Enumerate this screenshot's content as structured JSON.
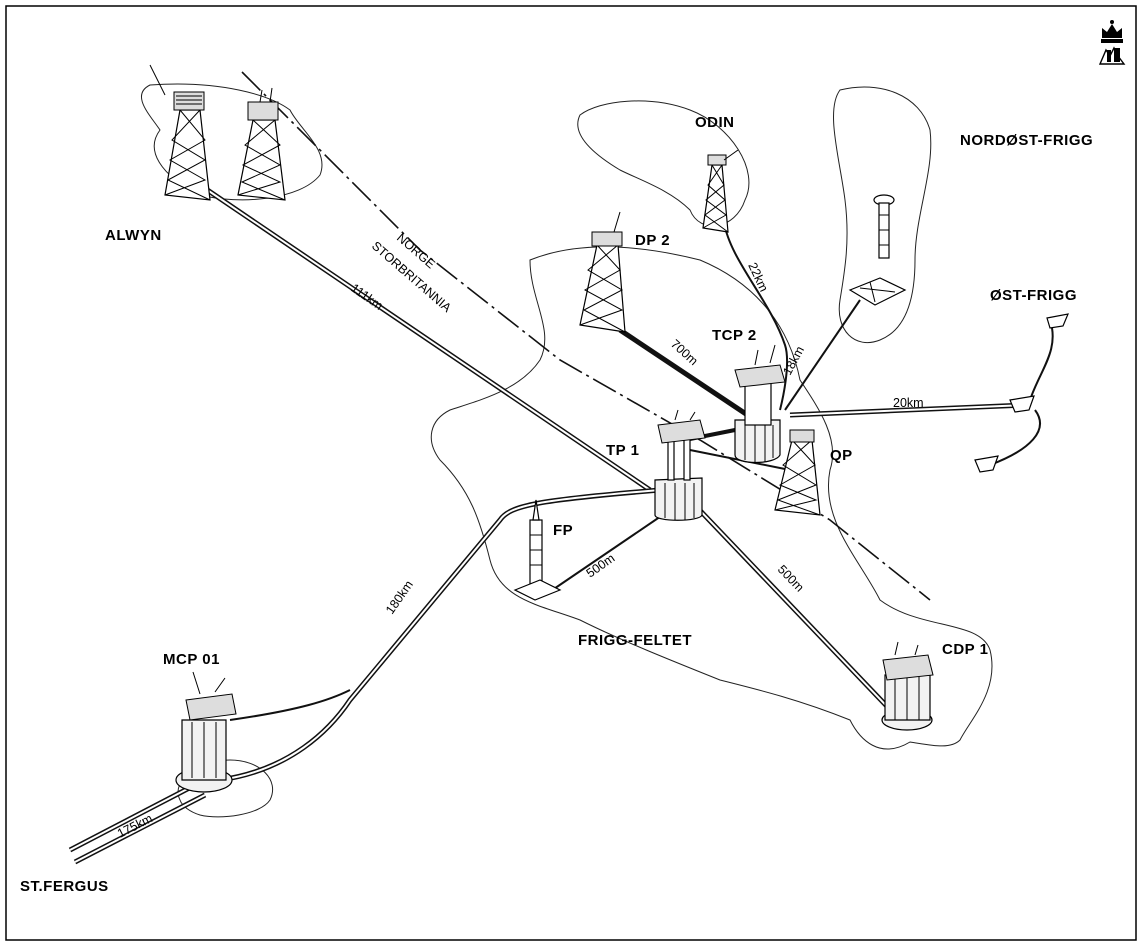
{
  "diagram": {
    "labels": {
      "alwyn": "ALWYN",
      "odin": "ODIN",
      "nordost_frigg": "NORDØST-FRIGG",
      "dp2": "DP 2",
      "tcp2": "TCP 2",
      "ost_frigg": "ØST-FRIGG",
      "tp1": "TP 1",
      "qp": "QP",
      "fp": "FP",
      "frigg_feltet": "FRIGG-FELTET",
      "mcp01": "MCP 01",
      "cdp1": "CDP 1",
      "st_fergus": "ST.FERGUS"
    },
    "boundary": {
      "norge": "NORGE",
      "storbritannia": "STORBRITANNIA"
    },
    "distances": {
      "alwyn_tp1": "111km",
      "odin_tcp2": "22km",
      "nordost_tcp2": "18km",
      "dp2_tcp2": "700m",
      "ostfrigg_tcp2": "20km",
      "fp_tp1": "500m",
      "tp1_cdp1": "500m",
      "mcp01_tp1": "180km",
      "stfergus_mcp01": "175km"
    }
  }
}
